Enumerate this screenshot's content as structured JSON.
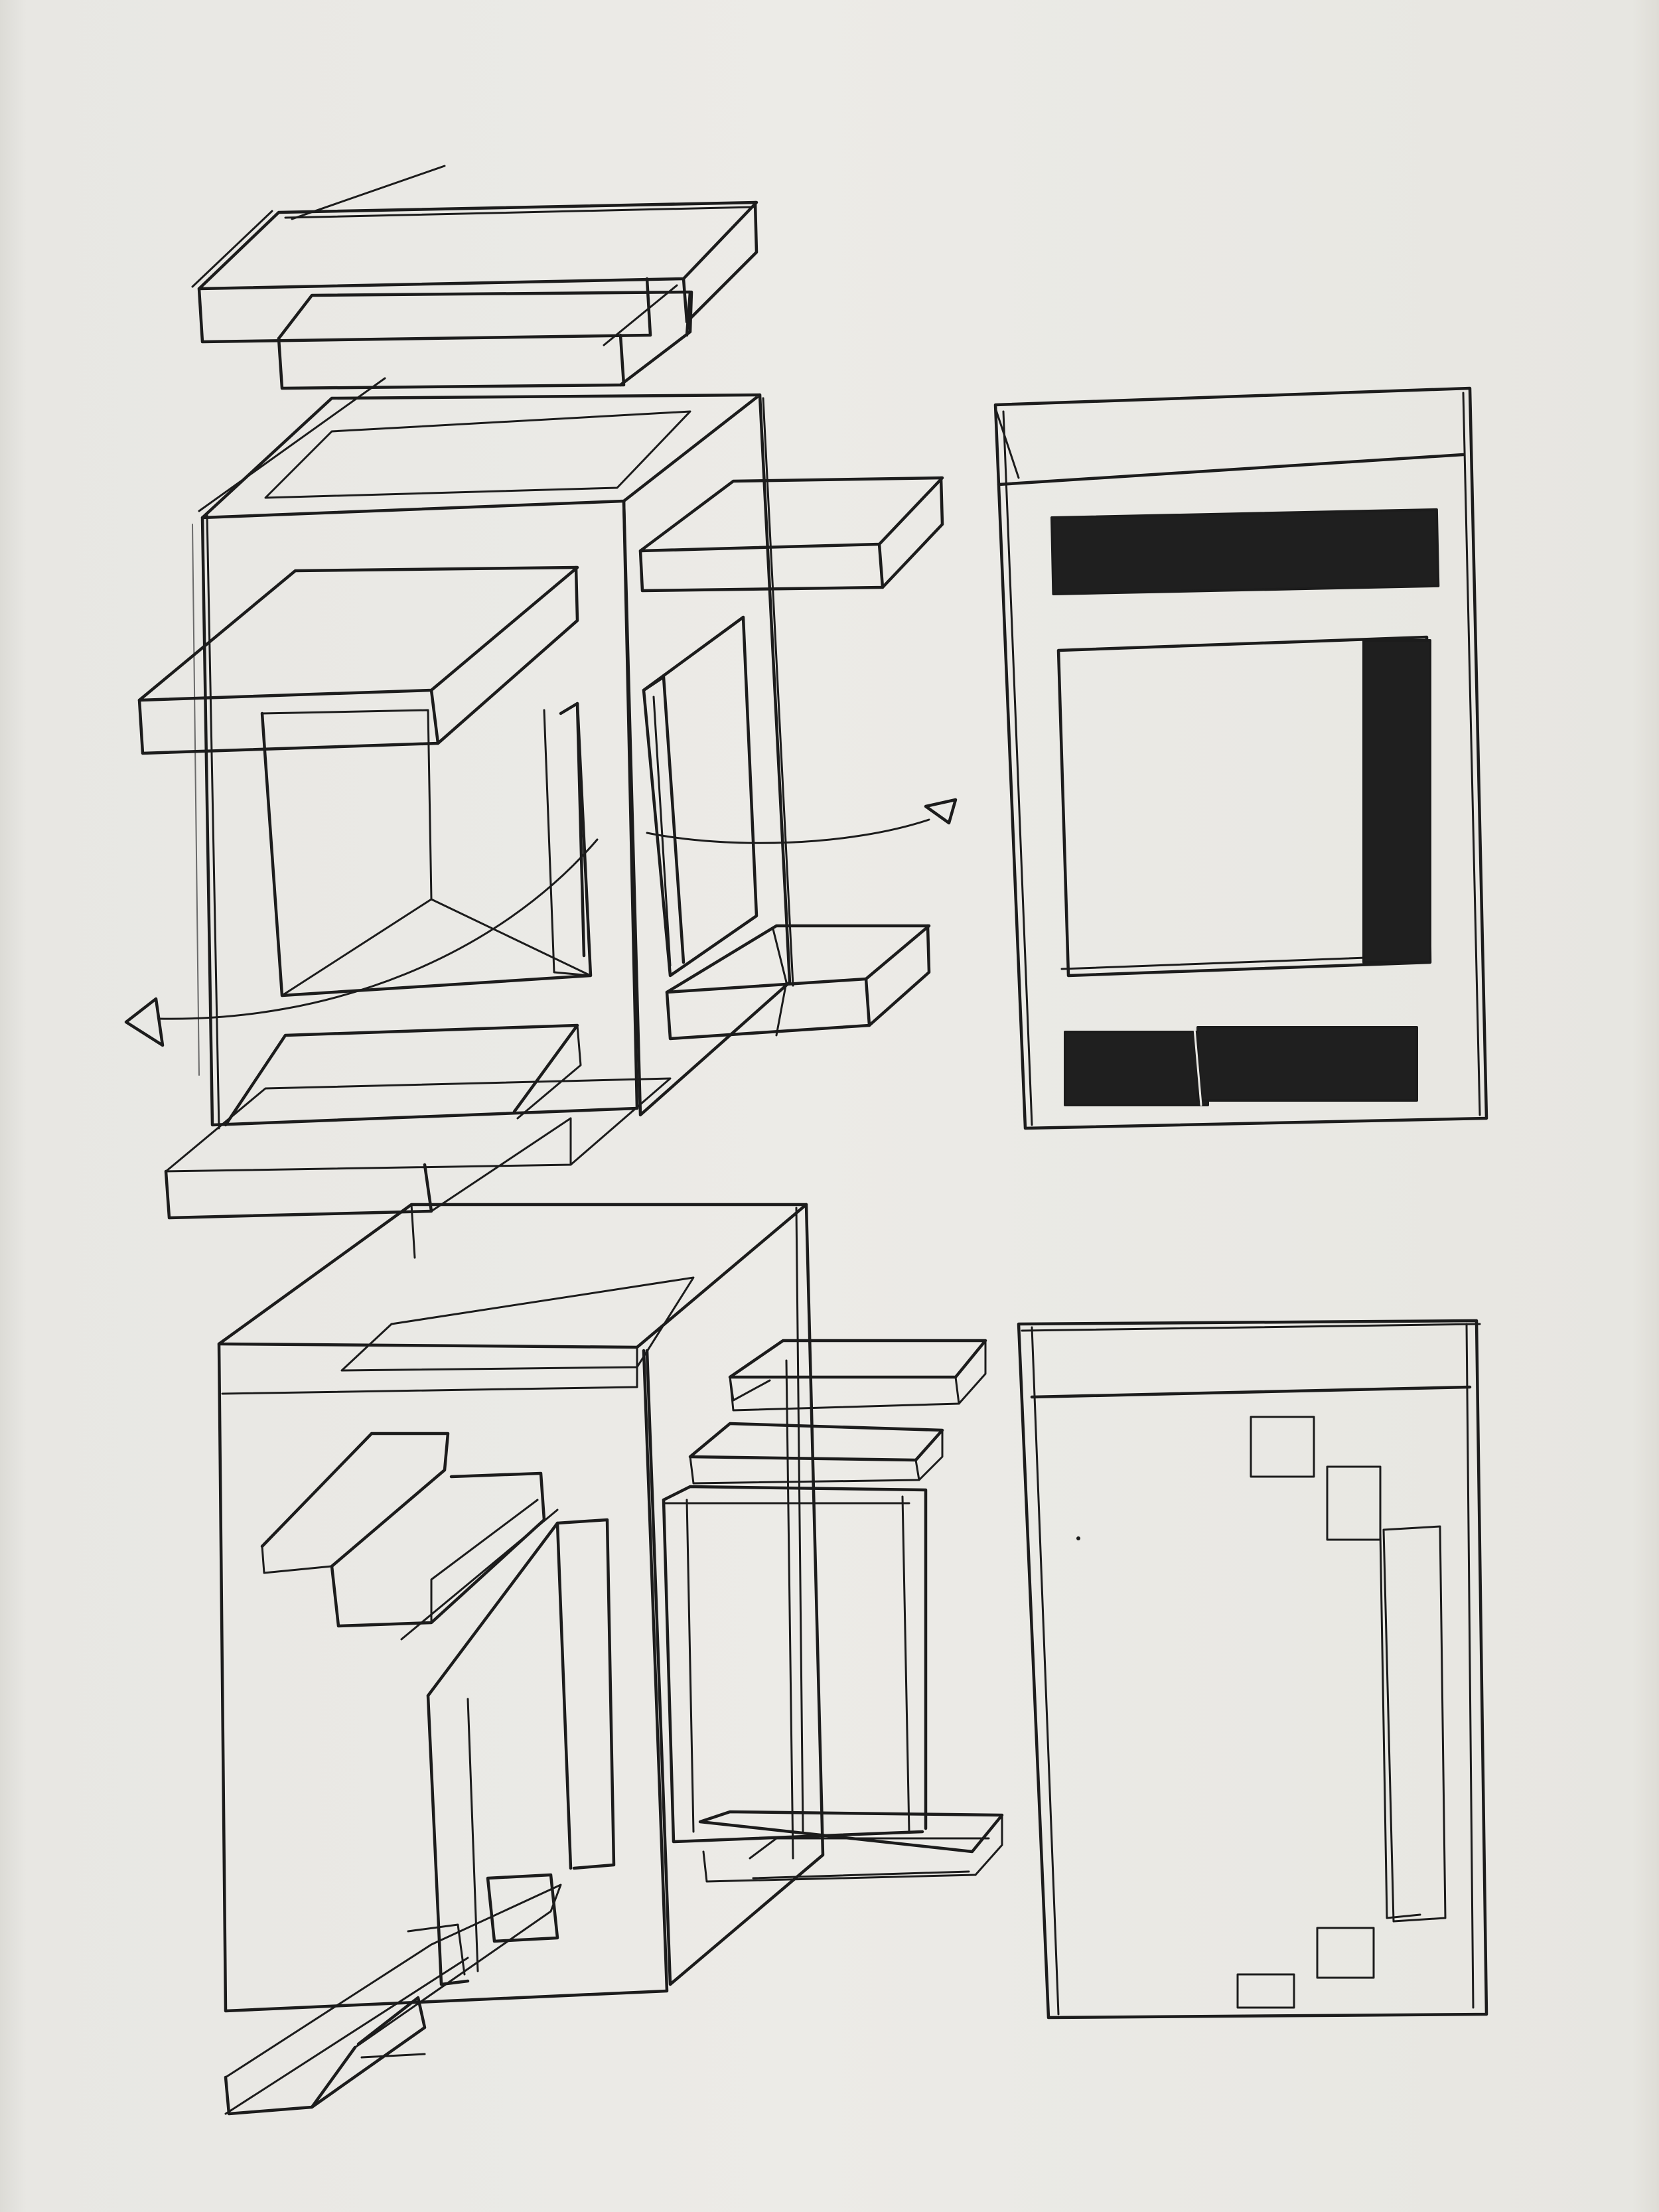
{
  "page": {
    "background_color": "#ecebe7",
    "ink_color": "#1c1c1c"
  },
  "figures": [
    {
      "kind": "exploded-isometric-box",
      "position": "top-left"
    },
    {
      "kind": "front-elevation",
      "position": "top-right"
    },
    {
      "kind": "exploded-isometric-box",
      "position": "bottom-left"
    },
    {
      "kind": "front-elevation",
      "position": "bottom-right"
    }
  ]
}
